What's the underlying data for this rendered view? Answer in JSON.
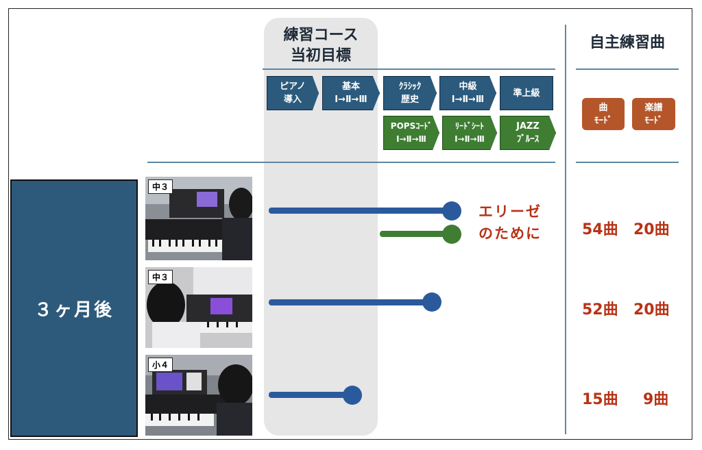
{
  "header": {
    "course_title_line1": "練習コース",
    "course_title_line2": "当初目標",
    "self_practice_title": "自主練習曲"
  },
  "courses_row1": [
    {
      "line1": "ピアノ",
      "line2": "導入"
    },
    {
      "line1": "基本",
      "line2": "Ⅰ→Ⅱ→Ⅲ"
    },
    {
      "line1": "ｸﾗｼｯｸ",
      "line2": "歴史"
    },
    {
      "line1": "中級",
      "line2": "Ⅰ→Ⅱ→Ⅲ"
    },
    {
      "line1": "準上級",
      "line2": ""
    }
  ],
  "courses_row2": [
    {
      "line1": "POPSｺｰﾄﾞ",
      "line2": "Ⅰ→Ⅱ→Ⅲ"
    },
    {
      "line1": "ﾘｰﾄﾞｼｰﾄ",
      "line2": "Ⅰ→Ⅱ→Ⅲ"
    },
    {
      "line1": "JAZZ",
      "line2": "ﾌﾞﾙｰｽ"
    }
  ],
  "modes": [
    {
      "line1": "曲",
      "line2": "ﾓｰﾄﾞ"
    },
    {
      "line1": "楽譜",
      "line2": "ﾓｰﾄﾞ"
    }
  ],
  "period_label": "３ヶ月後",
  "students": [
    {
      "grade": "中３",
      "song_line1": "エリーゼ",
      "song_line2": "のために",
      "song_mode_count": "54曲",
      "score_mode_count": "20曲"
    },
    {
      "grade": "中３",
      "song_mode_count": "52曲",
      "score_mode_count": "20曲"
    },
    {
      "grade": "小４",
      "song_mode_count": "15曲",
      "score_mode_count": "9曲"
    }
  ],
  "colors": {
    "blue": "#2b5a7c",
    "green": "#3e7d32",
    "mode": "#b5562a",
    "accent_text": "#b83216"
  }
}
